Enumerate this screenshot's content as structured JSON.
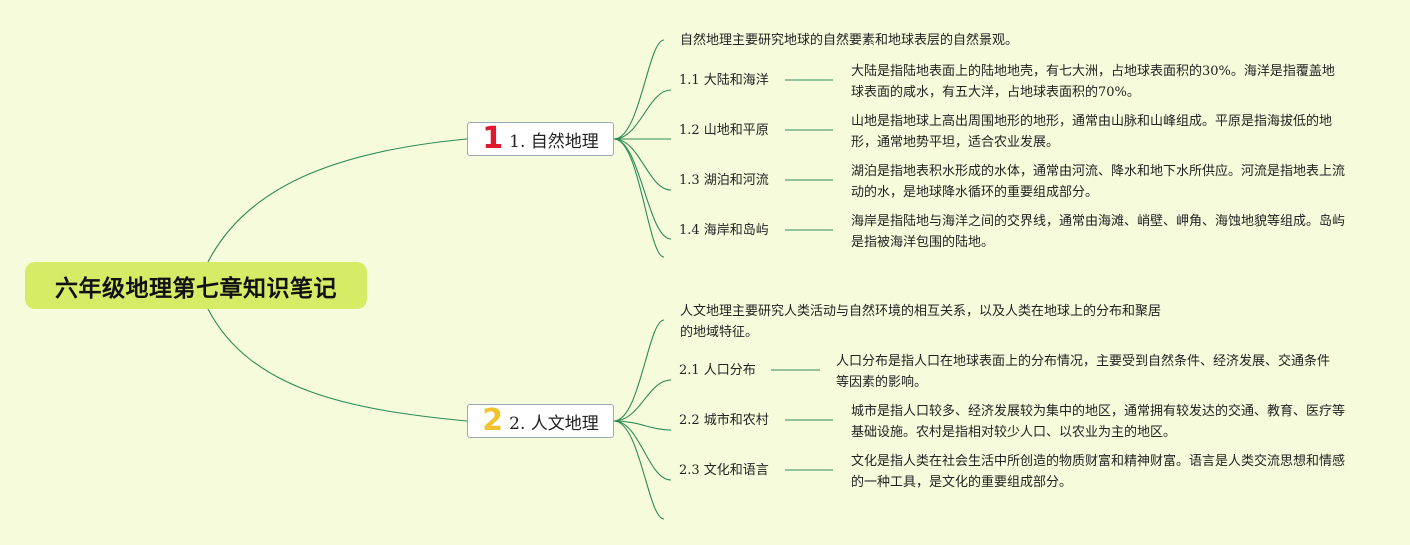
{
  "root": {
    "title": "六年级地理第七章知识笔记"
  },
  "colors": {
    "link": "#2e8b57",
    "root_bg": "#d7ec66",
    "background": "#f6fbdc"
  },
  "branches": [
    {
      "number": "1",
      "label": "1. 自然地理",
      "intro": "自然地理主要研究地球的自然要素和地球表层的自然景观。",
      "items": [
        {
          "label": "1.1 大陆和海洋",
          "desc": "大陆是指陆地表面上的陆地地壳，有七大洲，占地球表面积的30%。海洋是指覆盖地球表面的咸水，有五大洋，占地球表面积的70%。"
        },
        {
          "label": "1.2 山地和平原",
          "desc": "山地是指地球上高出周围地形的地形，通常由山脉和山峰组成。平原是指海拔低的地形，通常地势平坦，适合农业发展。"
        },
        {
          "label": "1.3 湖泊和河流",
          "desc": "湖泊是指地表积水形成的水体，通常由河流、降水和地下水所供应。河流是指地表上流动的水，是地球降水循环的重要组成部分。"
        },
        {
          "label": "1.4 海岸和岛屿",
          "desc": "海岸是指陆地与海洋之间的交界线，通常由海滩、峭壁、岬角、海蚀地貌等组成。岛屿是指被海洋包围的陆地。"
        }
      ]
    },
    {
      "number": "2",
      "label": "2. 人文地理",
      "intro": "人文地理主要研究人类活动与自然环境的相互关系，以及人类在地球上的分布和聚居的地域特征。",
      "items": [
        {
          "label": "2.1 人口分布",
          "desc": "人口分布是指人口在地球表面上的分布情况，主要受到自然条件、经济发展、交通条件等因素的影响。"
        },
        {
          "label": "2.2 城市和农村",
          "desc": "城市是指人口较多、经济发展较为集中的地区，通常拥有较发达的交通、教育、医疗等基础设施。农村是指相对较少人口、以农业为主的地区。"
        },
        {
          "label": "2.3 文化和语言",
          "desc": "文化是指人类在社会生活中所创造的物质财富和精神财富。语言是人类交流思想和情感的一种工具，是文化的重要组成部分。"
        }
      ]
    }
  ]
}
